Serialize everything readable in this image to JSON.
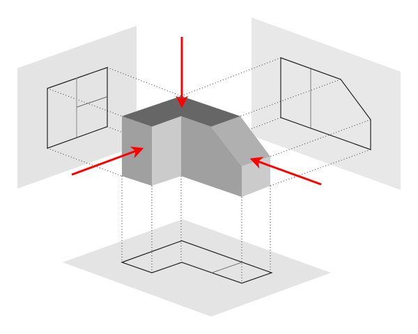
{
  "diagram": {
    "type": "orthographic-projection",
    "views": [
      "left-view",
      "right-view",
      "top-view"
    ],
    "colors": {
      "plane": "#e4e4e4",
      "top_face": "#666666",
      "mid_face": "#a0a0a0",
      "slope_face": "#b0b0b0",
      "light_face": "#cbcbcb",
      "arrow": "#ff0000",
      "outline": "#222222"
    },
    "arrows": [
      "view-from-top",
      "view-from-left",
      "view-from-right"
    ]
  }
}
